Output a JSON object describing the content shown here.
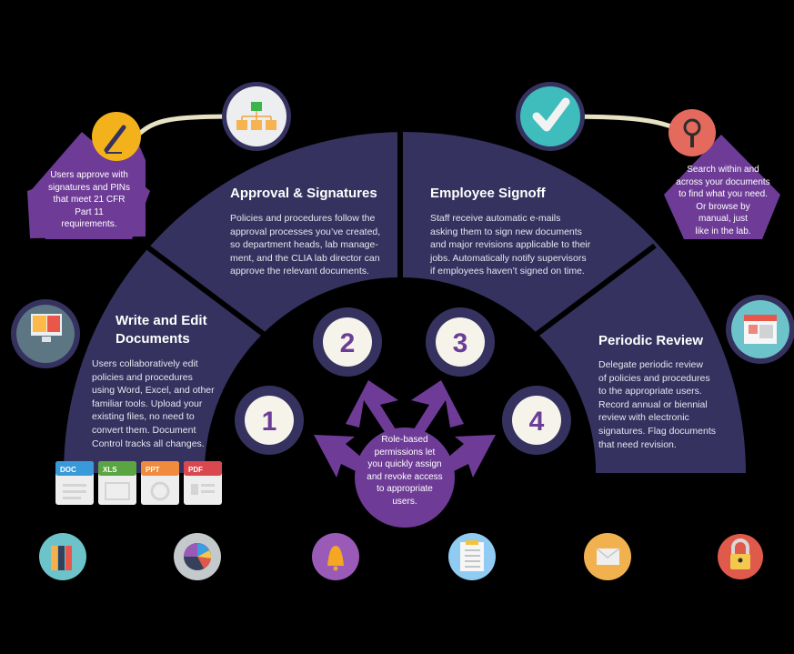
{
  "colors": {
    "background": "#000000",
    "arc_navy": "#35325f",
    "purple": "#6e3c97",
    "number_purple": "#6b3d98",
    "number_circle_fill": "#f6f4ea",
    "connector_line": "#e8e2c4"
  },
  "pentagons": {
    "left": {
      "icon": "pen-icon",
      "text": "Users approve with signatures and PINs that meet 21 CFR Part 11 requirements.",
      "lines": [
        "Users approve with",
        "signatures and PINs",
        "that meet 21 CFR",
        "Part 11",
        "requirements."
      ]
    },
    "right": {
      "icon": "magnifier-search-icon",
      "text": "Search within and across your documents to find what you need. Or browse by manual, just like in the lab.",
      "lines": [
        "Search within and",
        "across your documents",
        "to find what you need.",
        "Or browse by",
        "manual, just",
        "like in the lab."
      ]
    }
  },
  "sections": [
    {
      "number": "1",
      "icon": "monitor-icon",
      "title_lines": [
        "Write and Edit",
        "Documents"
      ],
      "body_lines": [
        "Users collaboratively edit",
        "policies and procedures",
        "using Word, Excel, and other",
        "familiar tools. Upload your",
        "existing files, no need to",
        "convert them. Document",
        "Control tracks all changes."
      ]
    },
    {
      "number": "2",
      "icon": "org-chart-icon",
      "title_lines": [
        "Approval & Signatures"
      ],
      "body_lines": [
        "Policies and procedures follow the",
        "approval processes you’ve created,",
        "so department heads, lab manage-",
        "ment, and the CLIA lab director can",
        "approve the relevant documents."
      ]
    },
    {
      "number": "3",
      "icon": "checkmark-icon",
      "title_lines": [
        "Employee Signoff"
      ],
      "body_lines": [
        "Staff receive automatic e-mails",
        "asking them to sign new documents",
        "and major revisions applicable to their",
        "jobs. Automatically notify supervisors",
        "if employees haven’t signed on time."
      ]
    },
    {
      "number": "4",
      "icon": "calendar-icon",
      "title_lines": [
        "Periodic Review"
      ],
      "body_lines": [
        "Delegate periodic review",
        "of policies and procedures",
        "to the appropriate users.",
        "Record annual or biennial",
        "review with electronic",
        "signatures. Flag documents",
        "that need revision."
      ]
    }
  ],
  "center": {
    "lines": [
      "Role-based",
      "permissions let",
      "you quickly assign",
      "and revoke access",
      "to appropriate",
      "users."
    ]
  },
  "file_types": [
    {
      "label": "DOC",
      "color": "#3a9ad9"
    },
    {
      "label": "XLS",
      "color": "#5aa541"
    },
    {
      "label": "PPT",
      "color": "#f08a3c"
    },
    {
      "label": "PDF",
      "color": "#d9484f"
    }
  ],
  "bottom_icons": [
    {
      "name": "binders-icon",
      "bg": "#6cc3c9"
    },
    {
      "name": "pie-chart-icon",
      "bg": "#c4c9cc"
    },
    {
      "name": "bell-icon",
      "bg": "#9a5bb8"
    },
    {
      "name": "clipboard-checklist-icon",
      "bg": "#8fcbf2"
    },
    {
      "name": "envelope-icon",
      "bg": "#f2b14f"
    },
    {
      "name": "padlock-icon",
      "bg": "#e05a4b"
    }
  ]
}
